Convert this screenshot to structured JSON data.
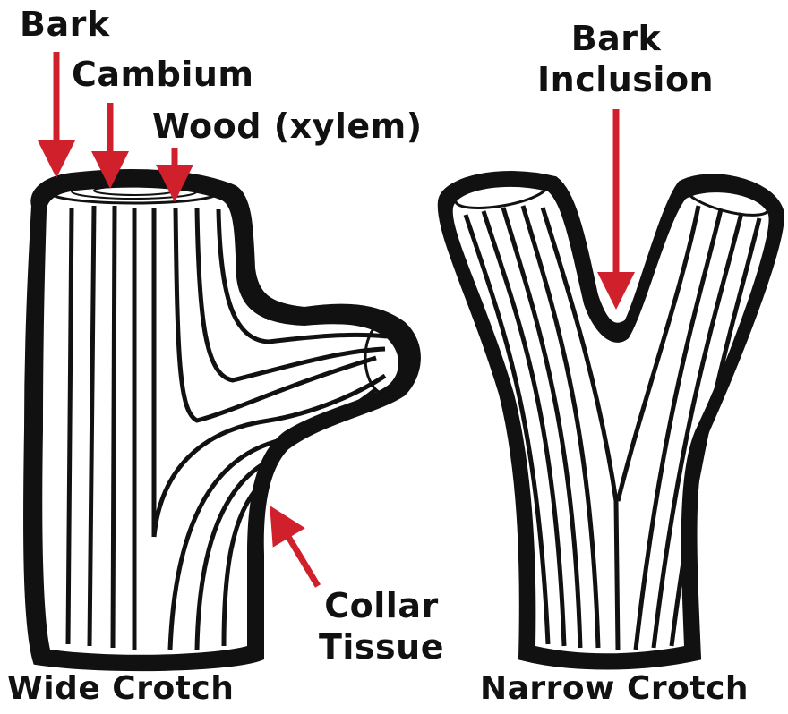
{
  "labels": {
    "bark": "Bark",
    "cambium": "Cambium",
    "wood": "Wood (xylem)",
    "bark_inclusion_1": "Bark",
    "bark_inclusion_2": "Inclusion",
    "collar_1": "Collar",
    "collar_2": "Tissue",
    "wide_crotch": "Wide Crotch",
    "narrow_crotch": "Narrow Crotch"
  },
  "colors": {
    "arrow": "#d0202b",
    "ink": "#111111",
    "paper": "#ffffff"
  }
}
